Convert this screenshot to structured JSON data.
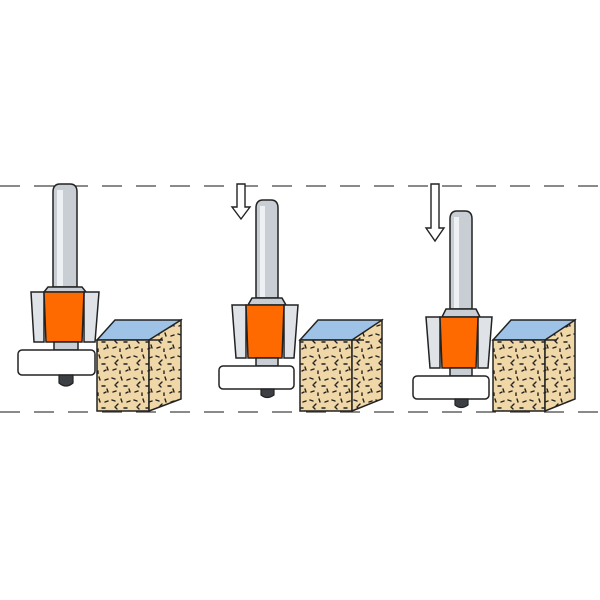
{
  "colors": {
    "background": "#ffffff",
    "guide_line": "#444444",
    "shank": "#c9ced4",
    "shank_highlight": "#eef1f4",
    "cutter_body": "#ff6a00",
    "cutter_side": "#dfe3e7",
    "bearing": "#ffffff",
    "axle": "#3c3f44",
    "wood_face": "#f0d7a8",
    "wood_top": "#9fc3e6",
    "outline": "#222222"
  },
  "icons": [
    "down-arrow-icon"
  ],
  "stages": [
    {
      "name": "stage-1",
      "shows_arrow": false
    },
    {
      "name": "stage-2",
      "shows_arrow": true
    },
    {
      "name": "stage-3",
      "shows_arrow": true
    }
  ]
}
